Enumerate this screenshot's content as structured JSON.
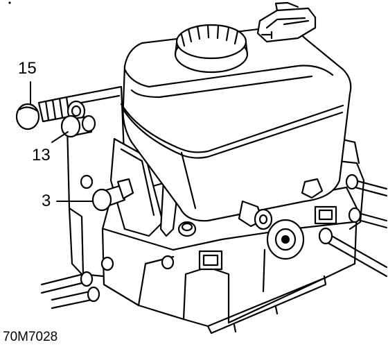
{
  "diagram": {
    "callouts": [
      {
        "id": "callout-15",
        "label": "15"
      },
      {
        "id": "callout-13",
        "label": "13"
      },
      {
        "id": "callout-3",
        "label": "3"
      }
    ],
    "reference_code": "70M7028",
    "colors": {
      "ink": "#000000",
      "paper": "#ffffff"
    }
  }
}
